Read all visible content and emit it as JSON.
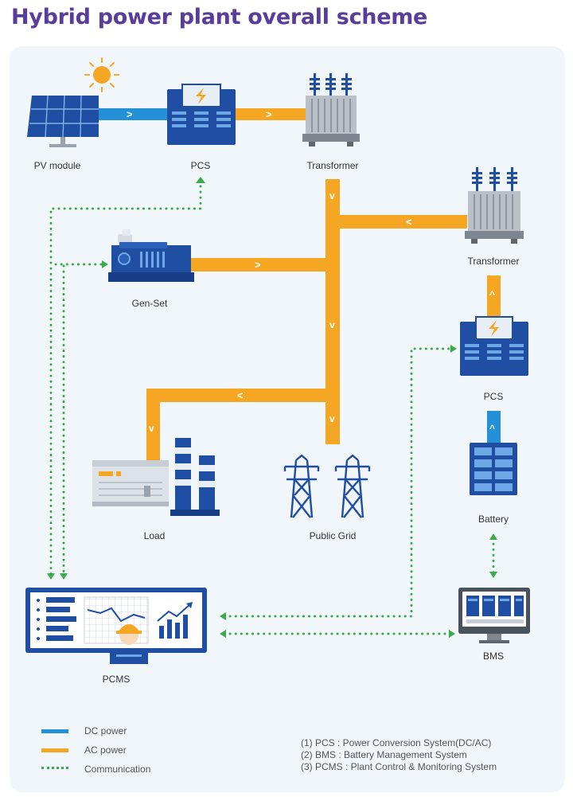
{
  "title": "Hybrid power plant overall scheme",
  "nodes": {
    "pv": "PV module",
    "pcs_top": "PCS",
    "transformer_top": "Transformer",
    "transformer_right": "Transformer",
    "genset": "Gen-Set",
    "pcs_right": "PCS",
    "battery": "Battery",
    "load": "Load",
    "grid": "Public Grid",
    "bms": "BMS",
    "pcms": "PCMS"
  },
  "legend": [
    {
      "label": "DC power",
      "color": "#2490d8",
      "style": "solid"
    },
    {
      "label": "AC power",
      "color": "#f5a623",
      "style": "solid"
    },
    {
      "label": "Communication",
      "color": "#3aaa4a",
      "style": "dotted"
    }
  ],
  "notes": [
    "(1) PCS : Power Conversion System(DC/AC)",
    "(2) BMS : Battery Management System",
    "(3) PCMS : Plant Control & Monitoring System"
  ],
  "colors": {
    "dc": "#2490d8",
    "ac": "#f5a623",
    "comm": "#3aaa4a",
    "equipment": "#1f4ea3",
    "title": "#5a3d9a"
  }
}
